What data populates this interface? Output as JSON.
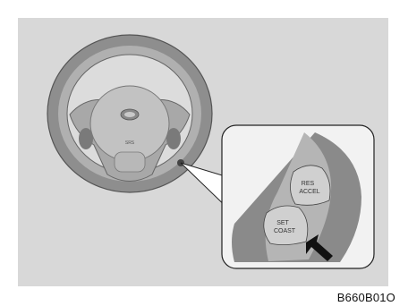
{
  "figure_code": "B660B01O",
  "buttons": {
    "res_accel": {
      "line1": "RES",
      "line2": "ACCEL"
    },
    "set_coast": {
      "line1": "SET",
      "line2": "COAST"
    }
  },
  "hub_text": "SRS",
  "colors": {
    "background_panel": "#d8d8d8",
    "wheel": "#9a9a9a",
    "inset_bg": "#f2f2f2"
  }
}
